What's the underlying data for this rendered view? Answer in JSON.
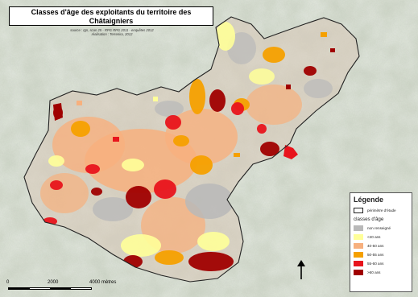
{
  "title": {
    "line1": "Classes d'âge des exploitants du territoire des",
    "line2": "Châtaigniers"
  },
  "source": {
    "line1": "source : Ign, scan 25 - RPG RPG 2011 - enquêtes 2012",
    "line2": "réalisation : Terrenira, 2012"
  },
  "legend": {
    "title": "Légende",
    "perimeter": "périmètre d'étude",
    "classes_title": "classes d'âge",
    "classes": [
      {
        "label": "non renseigné",
        "color": "#b9b9b9"
      },
      {
        "label": "<40 ans",
        "color": "#ffff99"
      },
      {
        "label": "40-50 ans",
        "color": "#f7b07e"
      },
      {
        "label": "50-55 ans",
        "color": "#f5a000"
      },
      {
        "label": "55-60 ans",
        "color": "#e8141c"
      },
      {
        "label": ">60 ans",
        "color": "#a00000"
      }
    ]
  },
  "scale": {
    "label_0": "0",
    "label_1": "2000",
    "label_2": "4000 mètres"
  },
  "colors": {
    "background_relief": "#cfd6c8",
    "perimeter_outline": "#222222"
  },
  "icons": {
    "north_arrow": "north-arrow-icon"
  }
}
